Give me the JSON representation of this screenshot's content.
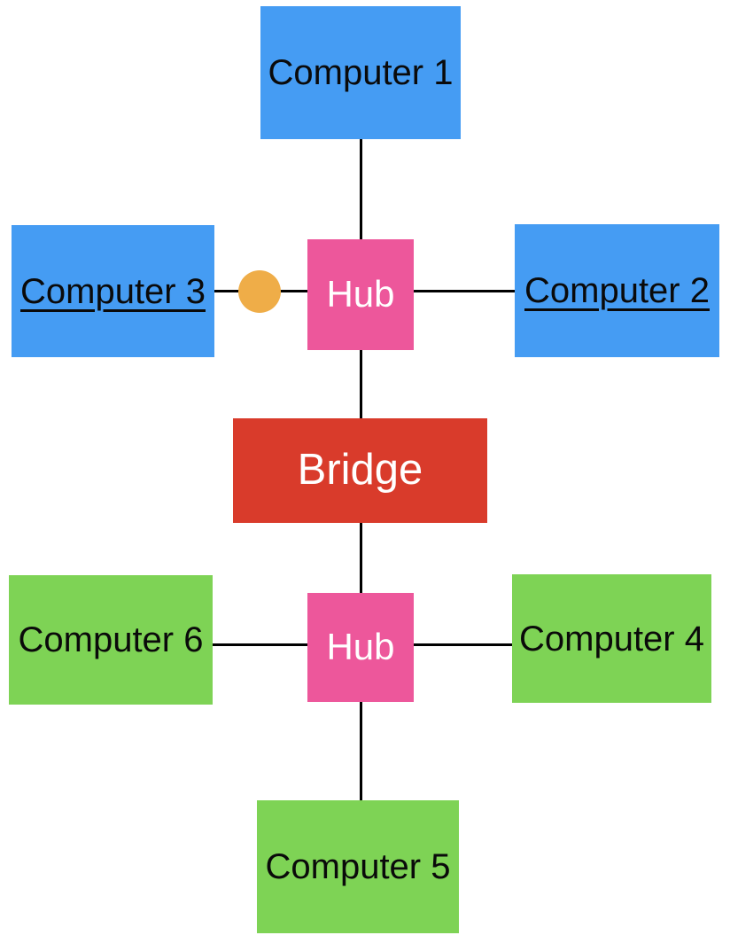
{
  "diagram": {
    "nodes": {
      "computer1": {
        "label": "Computer 1",
        "underlined": false,
        "group": "blue-lan"
      },
      "computer2": {
        "label": "Computer 2",
        "underlined": true,
        "group": "blue-lan"
      },
      "computer3": {
        "label": "Computer 3",
        "underlined": true,
        "group": "blue-lan"
      },
      "computer4": {
        "label": "Computer 4",
        "underlined": false,
        "group": "green-lan"
      },
      "computer5": {
        "label": "Computer 5",
        "underlined": false,
        "group": "green-lan"
      },
      "computer6": {
        "label": "Computer 6",
        "underlined": false,
        "group": "green-lan"
      },
      "hub_top": {
        "label": "Hub"
      },
      "hub_bottom": {
        "label": "Hub"
      },
      "bridge": {
        "label": "Bridge"
      }
    },
    "token": {
      "shape": "circle",
      "location": "on link between computer3 and hub_top"
    },
    "edges": [
      {
        "from": "computer1",
        "to": "hub_top"
      },
      {
        "from": "computer3",
        "to": "hub_top"
      },
      {
        "from": "hub_top",
        "to": "computer2"
      },
      {
        "from": "hub_top",
        "to": "bridge"
      },
      {
        "from": "bridge",
        "to": "hub_bottom"
      },
      {
        "from": "computer6",
        "to": "hub_bottom"
      },
      {
        "from": "hub_bottom",
        "to": "computer4"
      },
      {
        "from": "hub_bottom",
        "to": "computer5"
      }
    ],
    "colors": {
      "computer_blue": "#459CF3",
      "computer_green": "#7ED355",
      "hub_pink": "#ED579B",
      "bridge_red": "#D93B2B",
      "token_orange": "#EFAD48",
      "edge_black": "#000000",
      "label_dark": "#0A0A0A",
      "label_light": "#FFFFFF"
    }
  }
}
